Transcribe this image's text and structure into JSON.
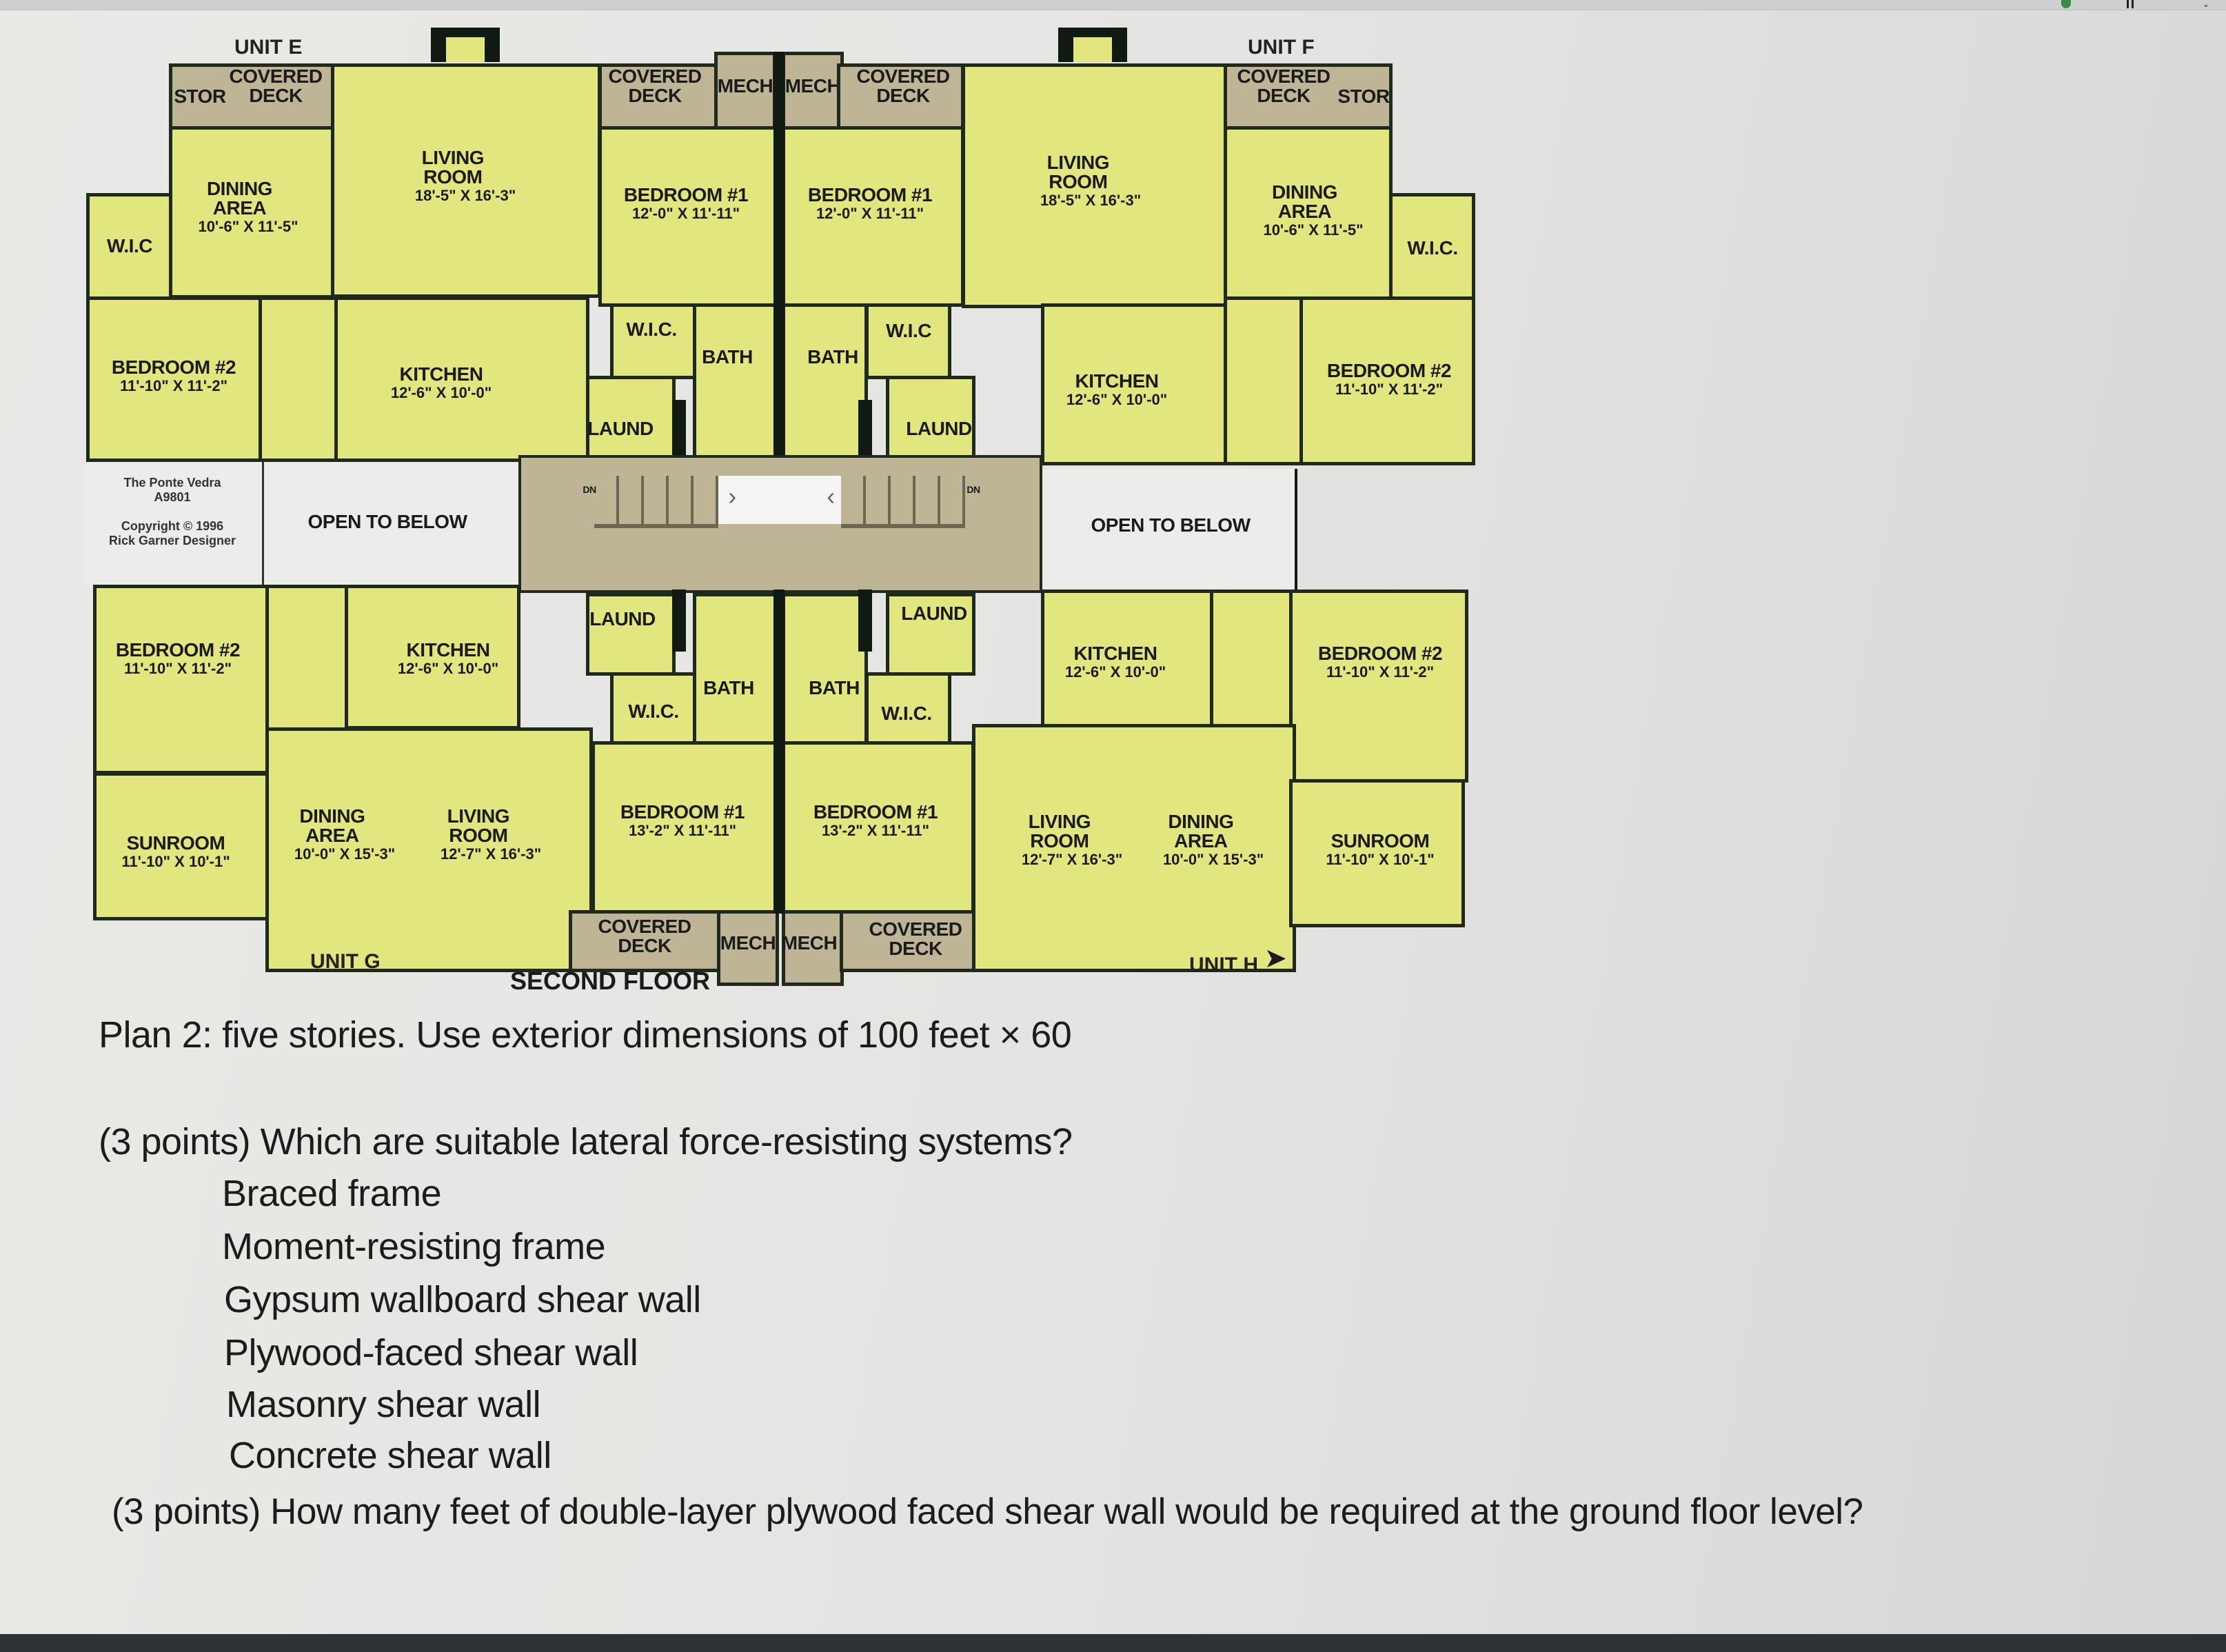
{
  "plan": {
    "floor_label": "SECOND FLOOR",
    "credit": {
      "line1": "The Ponte Vedra",
      "line2": "A9801",
      "line3": "Copyright © 1996",
      "line4": "Rick Garner Designer"
    },
    "open_to_below": "OPEN TO BELOW",
    "stair_dn": "DN",
    "units": {
      "E": {
        "label": "UNIT E",
        "stor": "STOR",
        "covered_deck": "COVERED DECK",
        "dining": {
          "name": "DINING AREA",
          "dims": "10'-6\" X 11'-5\""
        },
        "living": {
          "name": "LIVING ROOM",
          "dims": "18'-5\" X 16'-3\""
        },
        "wic": "W.I.C",
        "bedroom2": {
          "name": "BEDROOM #2",
          "dims": "11'-10\" X 11'-2\""
        },
        "kitchen": {
          "name": "KITCHEN",
          "dims": "12'-6\" X 10'-0\""
        }
      },
      "F": {
        "label": "UNIT F",
        "stor": "STOR",
        "covered_deck": "COVERED DECK",
        "dining": {
          "name": "DINING AREA",
          "dims": "10'-6\" X 11'-5\""
        },
        "living": {
          "name": "LIVING ROOM",
          "dims": "18'-5\" X 16'-3\""
        },
        "wic": "W.I.C.",
        "bedroom2": {
          "name": "BEDROOM #2",
          "dims": "11'-10\" X 11'-2\""
        },
        "kitchen": {
          "name": "KITCHEN",
          "dims": "12'-6\" X 10'-0\""
        }
      },
      "top_center": {
        "left_deck": "COVERED DECK",
        "right_deck": "COVERED DECK",
        "mech_left": "MECH",
        "mech_right": "MECH",
        "bedroom1_left": {
          "name": "BEDROOM #1",
          "dims": "12'-0\" X 11'-11\""
        },
        "bedroom1_right": {
          "name": "BEDROOM #1",
          "dims": "12'-0\" X 11'-11\""
        },
        "wic_left": "W.I.C.",
        "wic_right": "W.I.C",
        "bath_left": "BATH",
        "bath_right": "BATH",
        "laund_left": "LAUND",
        "laund_right": "LAUND"
      },
      "G": {
        "label": "UNIT G",
        "bedroom2": {
          "name": "BEDROOM #2",
          "dims": "11'-10\" X 11'-2\""
        },
        "kitchen": {
          "name": "KITCHEN",
          "dims": "12'-6\" X 10'-0\""
        },
        "sunroom": {
          "name": "SUNROOM",
          "dims": "11'-10\" X 10'-1\""
        },
        "dining": {
          "name": "DINING AREA",
          "dims": "10'-0\" X 15'-3\""
        },
        "living": {
          "name": "LIVING ROOM",
          "dims": "12'-7\" X 16'-3\""
        }
      },
      "H": {
        "label": "UNIT H",
        "bedroom2": {
          "name": "BEDROOM #2",
          "dims": "11'-10\" X 11'-2\""
        },
        "kitchen": {
          "name": "KITCHEN",
          "dims": "12'-6\" X 10'-0\""
        },
        "sunroom": {
          "name": "SUNROOM",
          "dims": "11'-10\" X 10'-1\""
        },
        "dining": {
          "name": "DINING AREA",
          "dims": "10'-0\" X 15'-3\""
        },
        "living": {
          "name": "LIVING ROOM",
          "dims": "12'-7\" X 16'-3\""
        }
      },
      "bottom_center": {
        "left_deck": "COVERED DECK",
        "right_deck": "COVERED DECK",
        "mech_left": "MECH",
        "mech_right": "MECH",
        "bedroom1_left": {
          "name": "BEDROOM #1",
          "dims": "13'-2\" X 11'-11\""
        },
        "bedroom1_right": {
          "name": "BEDROOM #1",
          "dims": "13'-2\" X 11'-11\""
        },
        "wic_left": "W.I.C.",
        "wic_right": "W.I.C.",
        "bath_left": "BATH",
        "bath_right": "BATH",
        "laund_left": "LAUND",
        "laund_right": "LAUND"
      }
    }
  },
  "document": {
    "intro": "Plan 2: five stories.  Use exterior dimensions of 100 feet × 60",
    "question1": "(3 points) Which are suitable lateral force-resisting systems?",
    "options": [
      "Braced frame",
      "Moment-resisting frame",
      "Gypsum wallboard shear wall",
      "Plywood-faced shear wall",
      "Masonry shear wall",
      "Concrete shear wall"
    ],
    "question2": "(3 points) How many feet of double-layer plywood faced shear wall would be required at the ground floor level?"
  }
}
